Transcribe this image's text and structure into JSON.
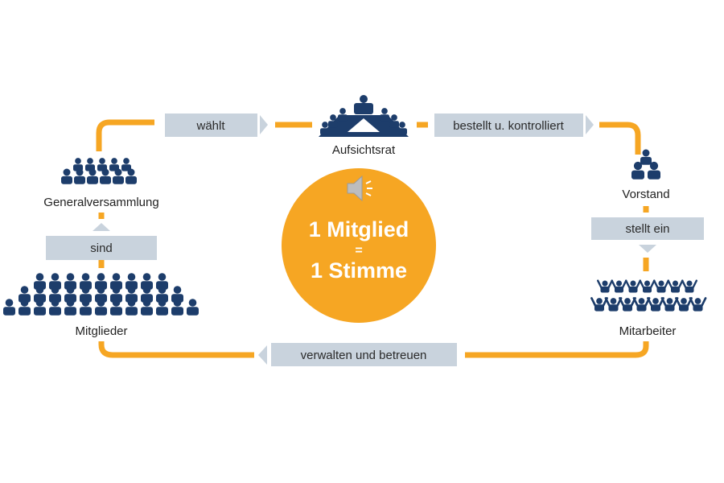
{
  "colors": {
    "orange": "#f6a623",
    "navy": "#1d3d6b",
    "box": "#c9d3dd",
    "arrow": "#c9d3dd"
  },
  "nodes": {
    "aufsichtsrat": "Aufsichtsrat",
    "vorstand": "Vorstand",
    "mitarbeiter": "Mitarbeiter",
    "mitglieder": "Mitglieder",
    "generalversammlung": "Generalversammlung"
  },
  "relations": {
    "waehlt": "wählt",
    "bestellt": "bestellt u. kontrolliert",
    "stellt_ein": "stellt ein",
    "verwalten": "verwalten und betreuen",
    "sind": "sind"
  },
  "center": {
    "line1": "1 Mitglied",
    "equals": "=",
    "line2": "1 Stimme"
  },
  "icons": {
    "audio": "speaker-icon"
  }
}
